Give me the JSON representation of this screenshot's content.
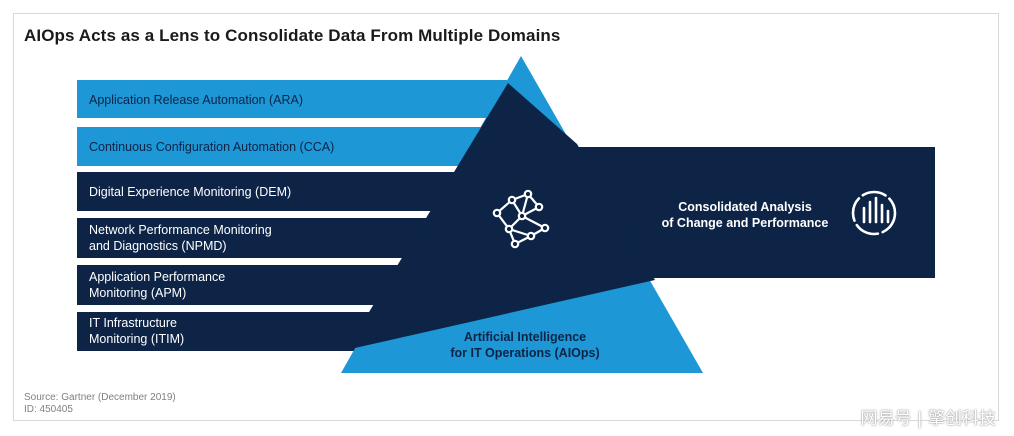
{
  "title": "AIOps Acts as a Lens to Consolidate Data From Multiple Domains",
  "domains": [
    {
      "label_lines": [
        "Application Release Automation (ARA)"
      ],
      "style": "light"
    },
    {
      "label_lines": [
        "Continuous Configuration Automation (CCA)"
      ],
      "style": "light"
    },
    {
      "label_lines": [
        "Digital Experience Monitoring (DEM)"
      ],
      "style": "dark"
    },
    {
      "label_lines": [
        "Network Performance Monitoring",
        "and Diagnostics (NPMD)"
      ],
      "style": "dark"
    },
    {
      "label_lines": [
        "Application Performance",
        "Monitoring (APM)"
      ],
      "style": "dark"
    },
    {
      "label_lines": [
        "IT Infrastructure",
        "Monitoring (ITIM)"
      ],
      "style": "dark"
    }
  ],
  "center": {
    "line1": "Artificial Intelligence",
    "line2": "for IT Operations (AIOps)",
    "icon": "neural-network-icon"
  },
  "output": {
    "line1": "Consolidated Analysis",
    "line2": "of Change and Performance",
    "icon": "analytics-chart-icon"
  },
  "source": {
    "line1": "Source: Gartner (December 2019)",
    "line2": "ID: 450405"
  },
  "watermark": "网易号 | 擎创科技",
  "colors": {
    "dark_navy": "#0d2447",
    "light_blue": "#1d97d6",
    "text_dark": "#1a1a1a"
  }
}
